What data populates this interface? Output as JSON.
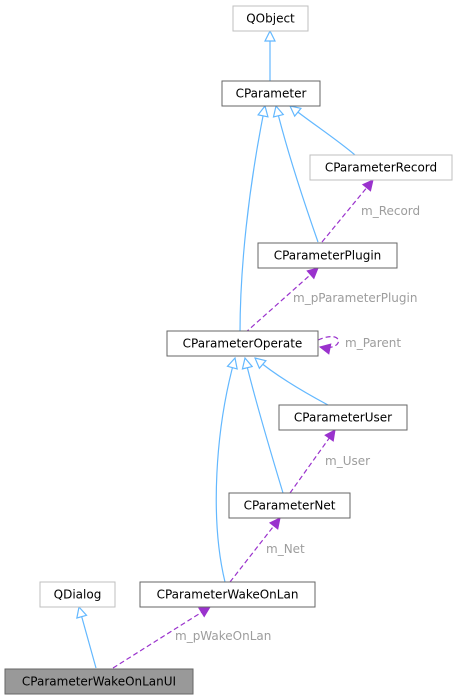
{
  "nodes": {
    "qobject": "QObject",
    "cparameter": "CParameter",
    "cparameterrecord": "CParameterRecord",
    "cparameterplugin": "CParameterPlugin",
    "cparameteroperate": "CParameterOperate",
    "cparameteruser": "CParameterUser",
    "cparameternet": "CParameterNet",
    "qdialog": "QDialog",
    "cparameterwakeonlan": "CParameterWakeOnLan",
    "cparameterwakeonlanui": "CParameterWakeOnLanUI"
  },
  "edge_labels": {
    "m_record": "m_Record",
    "m_pparameterplugin": "m_pParameterPlugin",
    "m_parent": "m_Parent",
    "m_user": "m_User",
    "m_net": "m_Net",
    "m_pwakeonlan": "m_pWakeOnLan"
  },
  "colors": {
    "inheritance_edge": "#63b8ff",
    "member_edge": "#9a32cd",
    "focus_node_fill": "#999999",
    "external_node_border": "#bfbfbf",
    "edge_label": "#9d9d9d"
  }
}
